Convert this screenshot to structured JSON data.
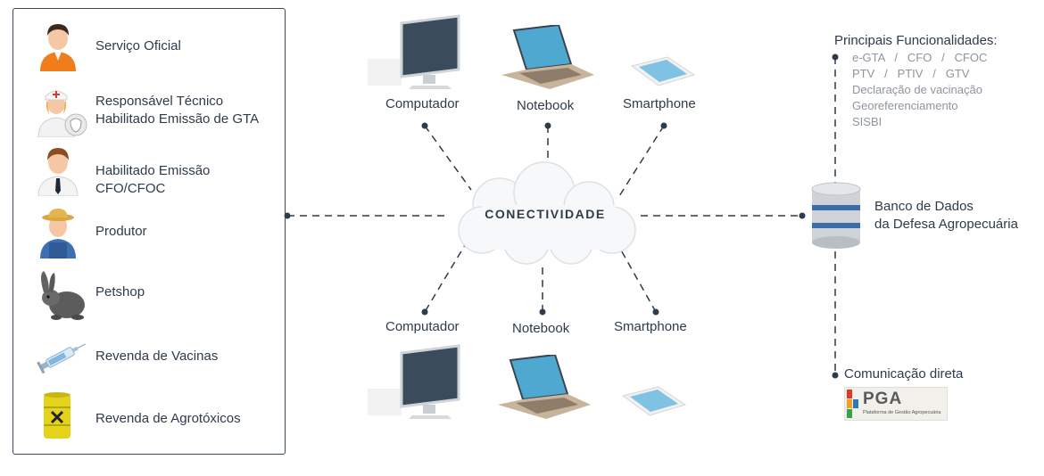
{
  "actors": [
    {
      "label": "Serviço Oficial",
      "icon": "official-agent-icon"
    },
    {
      "label": "Responsável Técnico\nHabilitado Emissão de GTA",
      "icon": "veterinarian-nurse-icon"
    },
    {
      "label": "Habilitado Emissão\nCFO/CFOC",
      "icon": "businessman-icon"
    },
    {
      "label": "Produtor",
      "icon": "farmer-icon"
    },
    {
      "label": "Petshop",
      "icon": "rabbit-icon"
    },
    {
      "label": "Revenda de Vacinas",
      "icon": "syringe-icon"
    },
    {
      "label": "Revenda de Agrotóxicos",
      "icon": "chemical-barrel-icon"
    }
  ],
  "devices": {
    "top": [
      {
        "label": "Computador",
        "icon": "desktop-computer-icon"
      },
      {
        "label": "Notebook",
        "icon": "laptop-icon"
      },
      {
        "label": "Smartphone",
        "icon": "smartphone-icon"
      }
    ],
    "bottom": [
      {
        "label": "Computador",
        "icon": "desktop-computer-icon"
      },
      {
        "label": "Notebook",
        "icon": "laptop-icon"
      },
      {
        "label": "Smartphone",
        "icon": "smartphone-icon"
      }
    ]
  },
  "cloud": {
    "label": "CONECTIVIDADE",
    "icon": "cloud-icon"
  },
  "functionalities": {
    "title": "Principais Funcionalidades:",
    "lines": [
      "e-GTA   /   CFO   /   CFOC",
      "PTV   /   PTIV   /   GTV",
      "Declaração de vacinação",
      "Georeferenciamento",
      "SISBI"
    ]
  },
  "database": {
    "label_1": "Banco de Dados",
    "label_2": "da Defesa Agropecuária",
    "icon": "database-icon"
  },
  "communication": {
    "label": "Comunicação direta"
  },
  "pga_logo": {
    "word": "PGA",
    "subtitle": "Plataforma de Gestão Agropecuária"
  },
  "colors": {
    "line": "#2e3b4a",
    "text": "#2e3b4a",
    "muted_text": "#8e959c",
    "screen": "#3a4b5c",
    "db_band": "#3b6ea8"
  }
}
